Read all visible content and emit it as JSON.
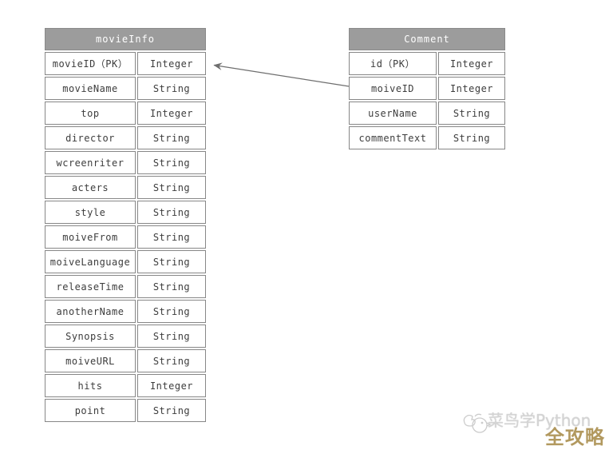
{
  "diagram": {
    "tables": [
      {
        "name": "movieInfo",
        "rows": [
          {
            "field": "movieID（PK）",
            "type": "Integer"
          },
          {
            "field": "movieName",
            "type": "String"
          },
          {
            "field": "top",
            "type": "Integer"
          },
          {
            "field": "director",
            "type": "String"
          },
          {
            "field": "wcreenriter",
            "type": "String"
          },
          {
            "field": "acters",
            "type": "String"
          },
          {
            "field": "style",
            "type": "String"
          },
          {
            "field": "moiveFrom",
            "type": "String"
          },
          {
            "field": "moiveLanguage",
            "type": "String"
          },
          {
            "field": "releaseTime",
            "type": "String"
          },
          {
            "field": "anotherName",
            "type": "String"
          },
          {
            "field": "Synopsis",
            "type": "String"
          },
          {
            "field": "moiveURL",
            "type": "String"
          },
          {
            "field": "hits",
            "type": "Integer"
          },
          {
            "field": "point",
            "type": "String"
          }
        ]
      },
      {
        "name": "Comment",
        "rows": [
          {
            "field": "id（PK）",
            "type": "Integer"
          },
          {
            "field": "moiveID",
            "type": "Integer"
          },
          {
            "field": "userName",
            "type": "String"
          },
          {
            "field": "commentText",
            "type": "String"
          }
        ]
      }
    ],
    "relation": {
      "from_table": "Comment",
      "from_field": "moiveID",
      "to_table": "movieInfo",
      "to_field": "movieID"
    }
  },
  "watermark": {
    "brand": "菜鸟学Python",
    "badge": "全攻略"
  },
  "colors": {
    "header_bg": "#9c9c9c",
    "header_text": "#ffffff",
    "cell_border": "#878787",
    "cell_text": "#3d3d3d",
    "arrow": "#6e6e6e",
    "watermark_brand": "#d4d4d4",
    "watermark_badge": "#b2995f"
  }
}
